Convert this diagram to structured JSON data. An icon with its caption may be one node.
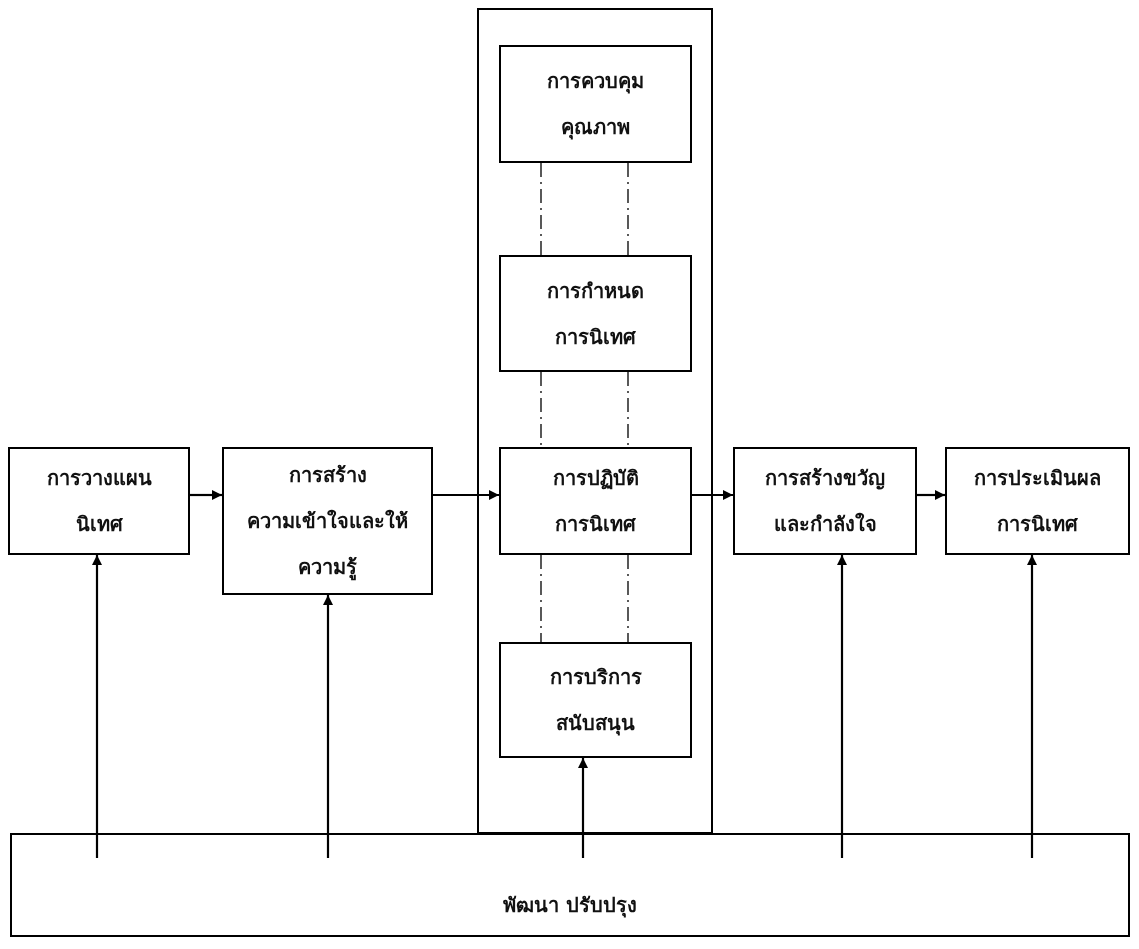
{
  "diagram": {
    "nodes": [
      {
        "text": [
          "การวางแผน นิเทศ"
        ]
      },
      {
        "text": [
          "การสร้าง ความเข้าใจและให้ ความรู้"
        ]
      },
      {
        "text": [],
        "shape": "box"
      },
      {
        "text": [
          "การควบคุม คุณภาพ"
        ],
        "in": 2
      },
      {
        "text": [
          "การกำหนด การนิเทศ"
        ],
        "in": 2
      },
      {
        "text": [
          "การปฏิบัติ การนิเทศ"
        ],
        "in": 2
      },
      {
        "text": [
          "การบริการ สนับสนุน"
        ],
        "in": 2
      },
      {
        "text": [
          "การสร้างขวัญ และกำลังใจ"
        ]
      },
      {
        "text": [
          "การประเมินผล การนิเทศ"
        ]
      },
      {
        "text": [
          "พัฒนา ปรับปรุง"
        ]
      }
    ],
    "edges": [
      {
        "from": 0,
        "to": 1,
        "arrow": "to"
      },
      {
        "from": 1,
        "to": 5,
        "arrow": "to"
      },
      {
        "from": 5,
        "to": 7,
        "arrow": "to"
      },
      {
        "from": 7,
        "to": 8,
        "arrow": "to"
      },
      {
        "from": 9,
        "to": 0,
        "arrow": "to"
      },
      {
        "from": 9,
        "to": 1,
        "arrow": "to"
      },
      {
        "from": 9,
        "to": 6,
        "arrow": "to"
      },
      {
        "from": 9,
        "to": 7,
        "arrow": "to"
      },
      {
        "from": 9,
        "to": 8,
        "arrow": "to"
      },
      {
        "from": 3,
        "to": 4,
        "arrow": "none",
        "style": "dashed"
      },
      {
        "from": 3,
        "to": 4,
        "arrow": "none",
        "style": "dashed"
      },
      {
        "from": 4,
        "to": 5,
        "arrow": "none",
        "style": "dashed"
      },
      {
        "from": 4,
        "to": 5,
        "arrow": "none",
        "style": "dashed"
      },
      {
        "from": 5,
        "to": 6,
        "arrow": "none",
        "style": "dashed"
      },
      {
        "from": 5,
        "to": 6,
        "arrow": "none",
        "style": "dashed"
      }
    ]
  }
}
